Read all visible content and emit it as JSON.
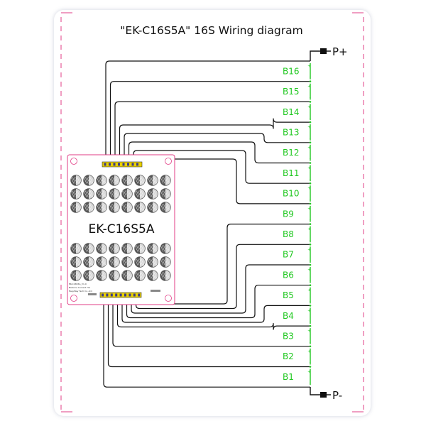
{
  "title": "\"EK-C16S5A\"  16S Wiring diagram",
  "board": {
    "name": "EK-C16S5A",
    "small_text": [
      "EK-C16S5A_V1.0",
      "Balance Current: 5A",
      "EasyWay Tech Co.,Ltd"
    ]
  },
  "terminals": {
    "positive": "P+",
    "negative": "P-"
  },
  "cells": [
    "B16",
    "B15",
    "B14",
    "B13",
    "B12",
    "B11",
    "B10",
    "B9",
    "B8",
    "B7",
    "B6",
    "B5",
    "B4",
    "B3",
    "B2",
    "B1"
  ],
  "colors": {
    "border_dash": "#e23e86",
    "wire": "#111111",
    "cell_stripe": "#22c822",
    "connector": "#e8d000",
    "board_outline": "#e23e86"
  }
}
